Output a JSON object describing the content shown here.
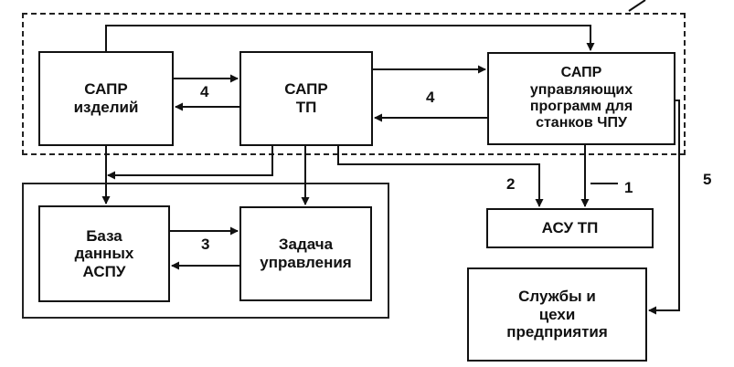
{
  "boxes": {
    "cad_products": "САПР\nизделий",
    "cad_tp": "САПР\nТП",
    "cad_cnc": "САПР\nуправляющих\nпрограмм для\nстанков ЧПУ",
    "database": "База\nданных\nАСПУ",
    "control_task": "Задача\nуправления",
    "asu_tp": "АСУ ТП",
    "services": "Службы и\nцехи\nпредприятия"
  },
  "link_numbers": {
    "cad_products_tp": "4",
    "cad_tp_cnc": "4",
    "db_task": "3",
    "tp_to_asu": "2",
    "cnc_to_asu": "1",
    "cnc_to_services": "5"
  }
}
